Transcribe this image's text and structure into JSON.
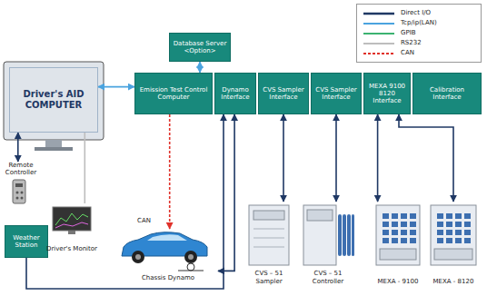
{
  "diagram": {
    "nodes": [
      {
        "text": [
          "Database Server <Option>"
        ]
      },
      {
        "text": [
          "Emission Test Control Computer"
        ]
      },
      {
        "text": [
          "Dynamo Interface"
        ]
      },
      {
        "text": [
          "CVS Sampler Interface"
        ]
      },
      {
        "text": [
          "CVS Sampler Interface"
        ]
      },
      {
        "text": [
          "MEXA 9100 8120 Interface"
        ]
      },
      {
        "text": [
          "Calibration Interface"
        ]
      },
      {
        "text": [
          "Driver's AID COMPUTER"
        ]
      },
      {
        "text": [
          "Remote Controller"
        ]
      },
      {
        "text": [
          "Weather Station"
        ]
      },
      {
        "text": [
          "Driver's Monitor"
        ]
      },
      {
        "text": [
          "Chassis Dynamo"
        ]
      },
      {
        "text": [
          "CVS – 51 Sampler"
        ]
      },
      {
        "text": [
          "CVS – 51 Controller"
        ]
      },
      {
        "text": [
          "MEXA - 9100"
        ]
      },
      {
        "text": [
          "MEXA - 8120"
        ]
      }
    ],
    "edges": [
      {
        "from": 0,
        "to": 1,
        "arrow": "both"
      },
      {
        "from": 7,
        "to": 1,
        "arrow": "both"
      },
      {
        "from": 1,
        "to": 11,
        "arrow": "to"
      },
      {
        "from": 7,
        "to": 8,
        "arrow": "both"
      },
      {
        "from": 7,
        "to": 10,
        "arrow": "none"
      },
      {
        "from": 9,
        "to": 2,
        "arrow": "to"
      },
      {
        "from": 2,
        "to": 11,
        "arrow": "both"
      },
      {
        "from": 3,
        "to": 12,
        "arrow": "both"
      },
      {
        "from": 4,
        "to": 13,
        "arrow": "both"
      },
      {
        "from": 5,
        "to": 14,
        "arrow": "both"
      },
      {
        "from": 5,
        "to": 15,
        "arrow": "both"
      }
    ],
    "labels": [
      "CAN"
    ],
    "legend": [
      {
        "text": "Direct I/O"
      },
      {
        "text": "Tcp/ip(LAN)"
      },
      {
        "text": "GPIB"
      },
      {
        "text": "RS232"
      },
      {
        "text": "CAN"
      }
    ]
  }
}
